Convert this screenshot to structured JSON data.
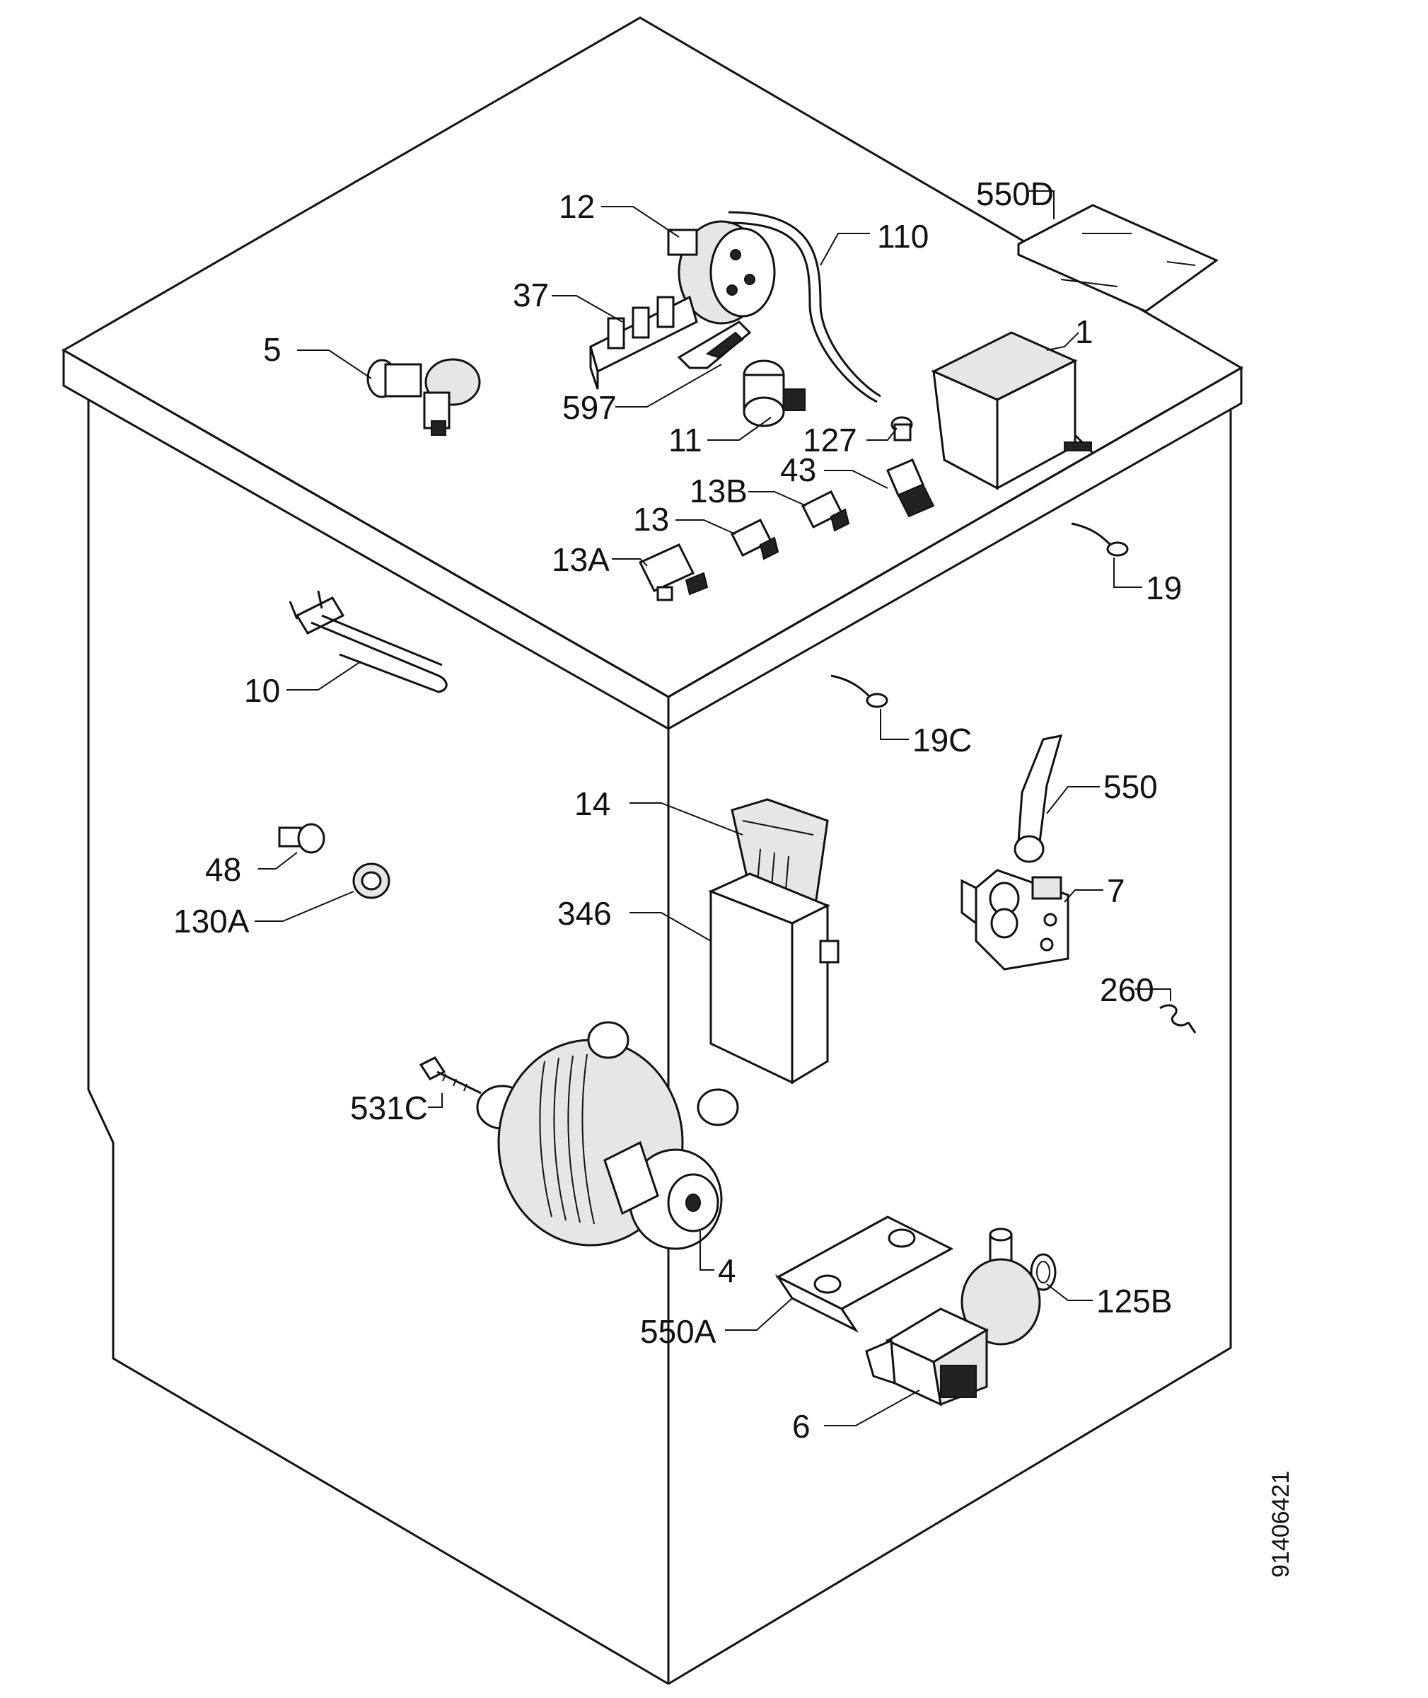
{
  "labels": {
    "p12": "12",
    "p110": "110",
    "p550d": "550D",
    "p37": "37",
    "p5": "5",
    "p1": "1",
    "p597": "597",
    "p11": "11",
    "p127": "127",
    "p43": "43",
    "p13b": "13B",
    "p13": "13",
    "p13a": "13A",
    "p19": "19",
    "p10": "10",
    "p19c": "19C",
    "p550": "550",
    "p14": "14",
    "p48": "48",
    "p7": "7",
    "p346": "346",
    "p130a": "130A",
    "p260": "260",
    "p531c": "531C",
    "p4": "4",
    "p550a": "550A",
    "p125b": "125B",
    "p6": "6"
  },
  "drawing_number": "91406421"
}
